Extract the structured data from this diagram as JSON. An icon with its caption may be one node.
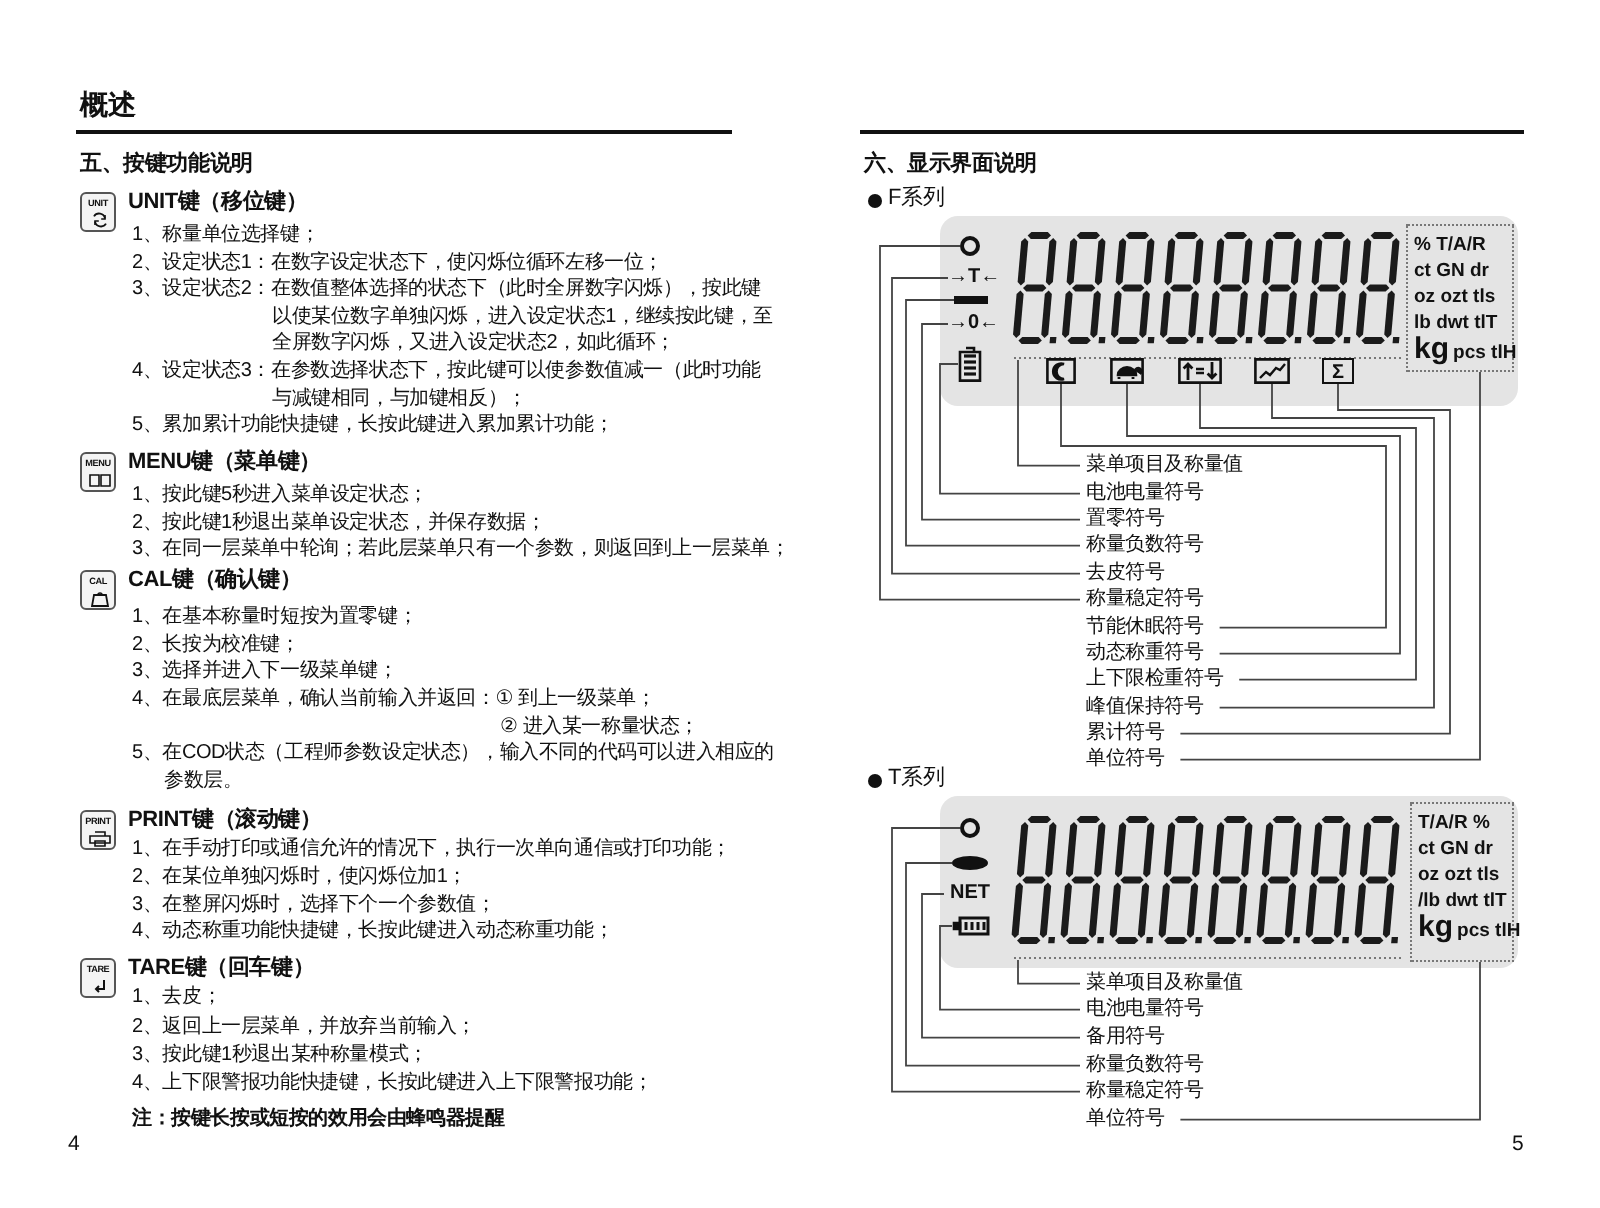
{
  "diagram": {
    "nodes": [
      {
        "text": [
          "UNIT"
        ],
        "beside": [
          "UNIT键（移位键）"
        ]
      },
      {
        "text": [
          "MENU"
        ],
        "beside": [
          "MENU键（菜单键）"
        ]
      },
      {
        "text": [
          "CAL"
        ],
        "beside": [
          "CAL键（确认键）"
        ]
      },
      {
        "text": [
          "PRINT"
        ],
        "beside": [
          "PRINT键（滚动键）"
        ]
      },
      {
        "text": [
          "TARE"
        ],
        "beside": [
          "TARE键（回车键）"
        ]
      },
      {
        "text": [],
        "shape": "box"
      },
      {
        "text": [],
        "shape": "circle",
        "in": 5
      },
      {
        "text": [
          "→T←"
        ],
        "in": 5
      },
      {
        "text": [],
        "shape": "bar",
        "in": 5
      },
      {
        "text": [
          "→0←"
        ],
        "in": 5
      },
      {
        "text": [],
        "shape": "picture",
        "in": 5
      },
      {
        "text": [],
        "shape": "picture",
        "in": 5
      },
      {
        "text": [],
        "shape": "picture",
        "in": 5
      },
      {
        "text": [],
        "shape": "picture",
        "in": 5
      },
      {
        "text": [],
        "shape": "picture",
        "in": 5
      },
      {
        "text": [],
        "shape": "picture",
        "in": 5
      },
      {
        "text": [
          "Σ"
        ],
        "in": 5
      },
      {
        "text": [
          "% T/A/R",
          "ct GN dr",
          "oz ozt tls",
          "lb dwt tlT",
          "kg",
          "pcs tlH"
        ],
        "in": 5
      },
      {
        "text": [
          "菜单项目及称量值"
        ]
      },
      {
        "text": [
          "电池电量符号"
        ]
      },
      {
        "text": [
          "置零符号"
        ]
      },
      {
        "text": [
          "称量负数符号"
        ]
      },
      {
        "text": [
          "去皮符号"
        ]
      },
      {
        "text": [
          "称量稳定符号"
        ]
      },
      {
        "text": [
          "节能休眠符号"
        ]
      },
      {
        "text": [
          "动态称重符号"
        ]
      },
      {
        "text": [
          "上下限检重符号"
        ]
      },
      {
        "text": [
          "峰值保持符号"
        ]
      },
      {
        "text": [
          "累计符号"
        ]
      },
      {
        "text": [
          "单位符号"
        ]
      },
      {
        "text": [],
        "shape": "box"
      },
      {
        "text": [],
        "shape": "circle",
        "in": 30
      },
      {
        "text": [],
        "shape": "bar",
        "in": 30
      },
      {
        "text": [
          "NET"
        ],
        "in": 30
      },
      {
        "text": [],
        "shape": "picture",
        "in": 30
      },
      {
        "text": [],
        "shape": "picture",
        "in": 30
      },
      {
        "text": [
          "T/A/R %",
          "ct GN dr",
          "oz ozt tls",
          "/lb dwt tlT",
          "kg",
          "pcs tlH"
        ],
        "in": 30
      },
      {
        "text": [
          "菜单项目及称量值"
        ]
      },
      {
        "text": [
          "电池电量符号"
        ]
      },
      {
        "text": [
          "备用符号"
        ]
      },
      {
        "text": [
          "称量负数符号"
        ]
      },
      {
        "text": [
          "称量稳定符号"
        ]
      },
      {
        "text": [
          "单位符号"
        ]
      }
    ],
    "edges": [
      {
        "from": 18,
        "to": 11,
        "arrow": "none"
      },
      {
        "from": 19,
        "to": 10,
        "arrow": "none"
      },
      {
        "from": 20,
        "to": 9,
        "arrow": "none"
      },
      {
        "from": 21,
        "to": 8,
        "arrow": "none"
      },
      {
        "from": 22,
        "to": 7,
        "arrow": "none"
      },
      {
        "from": 23,
        "to": 6,
        "arrow": "none"
      },
      {
        "from": 24,
        "to": 12,
        "arrow": "none"
      },
      {
        "from": 25,
        "to": 13,
        "arrow": "none"
      },
      {
        "from": 26,
        "to": 14,
        "arrow": "none"
      },
      {
        "from": 27,
        "to": 15,
        "arrow": "none"
      },
      {
        "from": 28,
        "to": 16,
        "arrow": "none"
      },
      {
        "from": 29,
        "to": 17,
        "arrow": "none"
      },
      {
        "from": 37,
        "to": 35,
        "arrow": "none"
      },
      {
        "from": 38,
        "to": 34,
        "arrow": "none"
      },
      {
        "from": 39,
        "to": 33,
        "arrow": "none"
      },
      {
        "from": 40,
        "to": 32,
        "arrow": "none"
      },
      {
        "from": 41,
        "to": 31,
        "arrow": "none"
      },
      {
        "from": 42,
        "to": 36,
        "arrow": "none"
      }
    ],
    "labels": [
      "概述",
      "五、按键功能说明",
      "1、称量单位选择键；",
      "2、设定状态1：在数字设定状态下，使闪烁位循环左移一位；",
      "3、设定状态2：在数值整体选择的状态下（此时全屏数字闪烁），按此键以使某位数字单独闪烁，进入设定状态1，继续按此键，至全屏数字闪烁，又进入设定状态2，如此循环；",
      "4、设定状态3：在参数选择状态下，按此键可以使参数值减一（此时功能与减键相同，与加键相反）；",
      "5、累加累计功能快捷键，长按此键进入累加累计功能；",
      "1、按此键5秒进入菜单设定状态；",
      "2、按此键1秒退出菜单设定状态，并保存数据；",
      "3、在同一层菜单中轮询；若此层菜单只有一个参数，则返回到上一层菜单；",
      "1、在基本称量时短按为置零键；",
      "2、长按为校准键；",
      "3、选择并进入下一级菜单键；",
      "4、在最底层菜单，确认当前输入并返回：① 到上一级菜单；",
      "② 进入某一称量状态；",
      "5、在COD状态（工程师参数设定状态），输入不同的代码可以进入相应的参数层。",
      "1、在手动打印或通信允许的情况下，执行一次单向通信或打印功能；",
      "2、在某位单独闪烁时，使闪烁位加1；",
      "3、在整屏闪烁时，选择下个一个参数值；",
      "4、动态称重功能快捷键，长按此键进入动态称重功能；",
      "1、去皮；",
      "2、返回上一层菜单，并放弃当前输入；",
      "3、按此键1秒退出某种称量模式；",
      "4、上下限警报功能快捷键，长按此键进入上下限警报功能；",
      "注：按键长按或短按的效用会由蜂鸣器提醒",
      "4",
      "六、显示界面说明",
      "F系列",
      "T系列",
      "5"
    ]
  }
}
